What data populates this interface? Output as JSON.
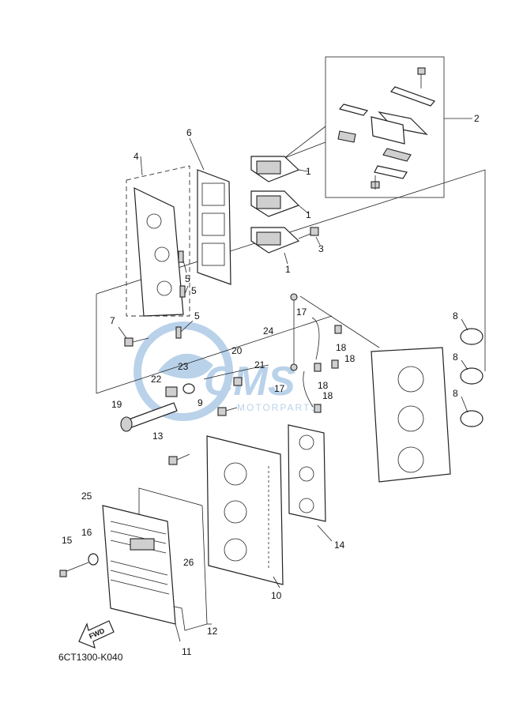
{
  "callouts": {
    "c1a": "1",
    "c1b": "1",
    "c1c": "1",
    "c2": "2",
    "c3": "3",
    "c4": "4",
    "c5a": "5",
    "c5b": "5",
    "c5c": "5",
    "c6": "6",
    "c7": "7",
    "c8a": "8",
    "c8b": "8",
    "c8c": "8",
    "c9": "9",
    "c10": "10",
    "c11": "11",
    "c12": "12",
    "c13": "13",
    "c14": "14",
    "c15": "15",
    "c16": "16",
    "c17a": "17",
    "c17b": "17",
    "c18a": "18",
    "c18b": "18",
    "c18c": "18",
    "c18d": "18",
    "c19": "19",
    "c20": "20",
    "c21": "21",
    "c22": "22",
    "c23": "23",
    "c24": "24",
    "c25": "25",
    "c26": "26"
  },
  "fwd_label": "FWD",
  "diagram_code": "6CT1300-K040",
  "watermark": {
    "brand": "CMS",
    "sub": "MOTORPARTS",
    "color": "#3a7fc4"
  }
}
